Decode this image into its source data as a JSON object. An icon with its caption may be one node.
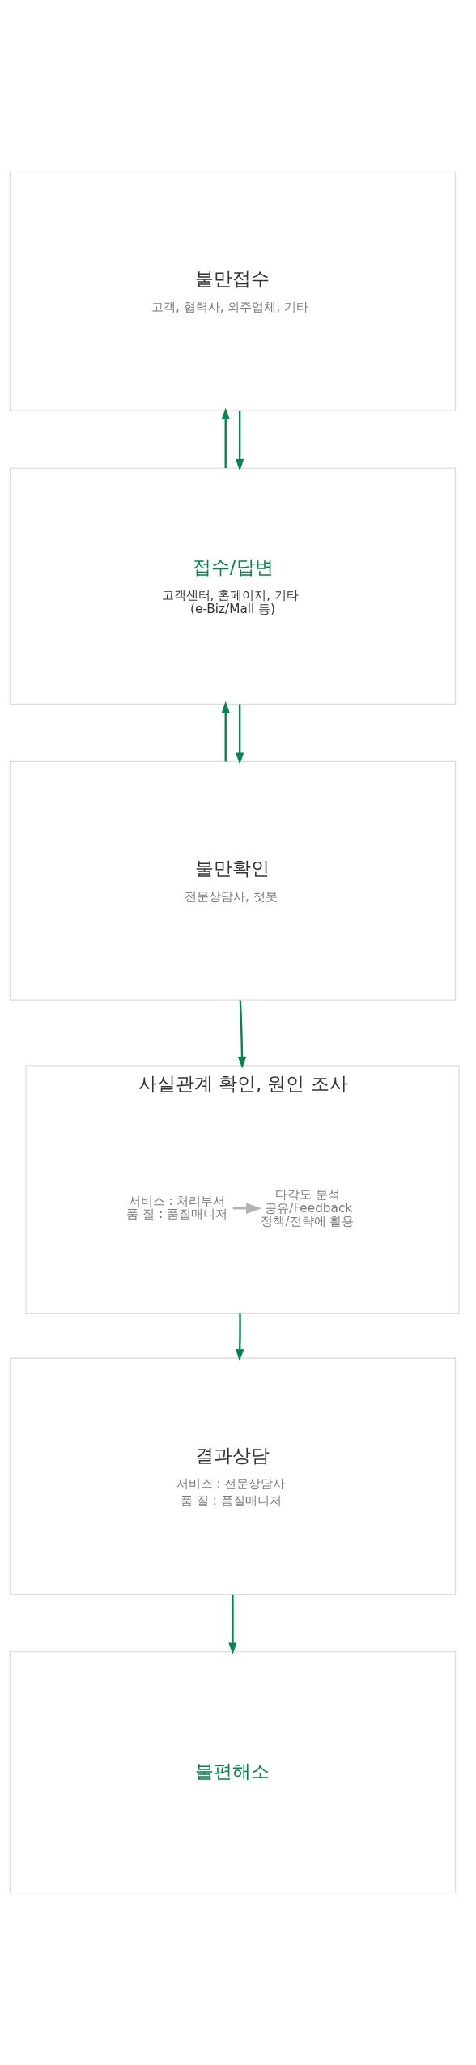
{
  "diagram": {
    "nodes": [
      {
        "text": [
          "불만접수",
          "고객, 협력사, 외주업체, 기타"
        ]
      },
      {
        "text": [
          "접수/답변",
          "고객센터, 홈페이지, 기타 (e-Biz/Mall 등)"
        ]
      },
      {
        "text": [
          "불만확인",
          "전문상담사, 챗봇"
        ]
      },
      {
        "text": [
          "사실관계 확인, 원인 조사"
        ]
      },
      {
        "text": [
          "서비스 : 처리부서",
          "품 질 : 품질매니저"
        ],
        "in": 3
      },
      {
        "text": [
          "다각도 분석",
          "공유/Feedback",
          "정책/전략에 활용"
        ],
        "in": 3
      },
      {
        "text": [
          "결과상담",
          "서비스 : 전문상담사",
          "품 질 : 품질매니저"
        ]
      },
      {
        "text": [
          "불편해소"
        ]
      }
    ],
    "edges": [
      {
        "from": 1,
        "to": 0,
        "arrow": "to"
      },
      {
        "from": 0,
        "to": 1,
        "arrow": "to"
      },
      {
        "from": 2,
        "to": 1,
        "arrow": "to"
      },
      {
        "from": 1,
        "to": 2,
        "arrow": "to"
      },
      {
        "from": 2,
        "to": 3,
        "arrow": "to"
      },
      {
        "from": 4,
        "to": 5,
        "arrow": "to",
        "color": "#b3b3b3"
      },
      {
        "from": 3,
        "to": 6,
        "arrow": "to"
      },
      {
        "from": 6,
        "to": 7,
        "arrow": "to"
      }
    ]
  }
}
